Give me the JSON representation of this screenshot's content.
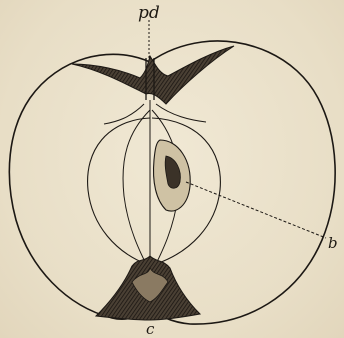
{
  "figure": {
    "labels": {
      "pedicel": "pd",
      "seed": "b",
      "calyx": "c"
    }
  }
}
